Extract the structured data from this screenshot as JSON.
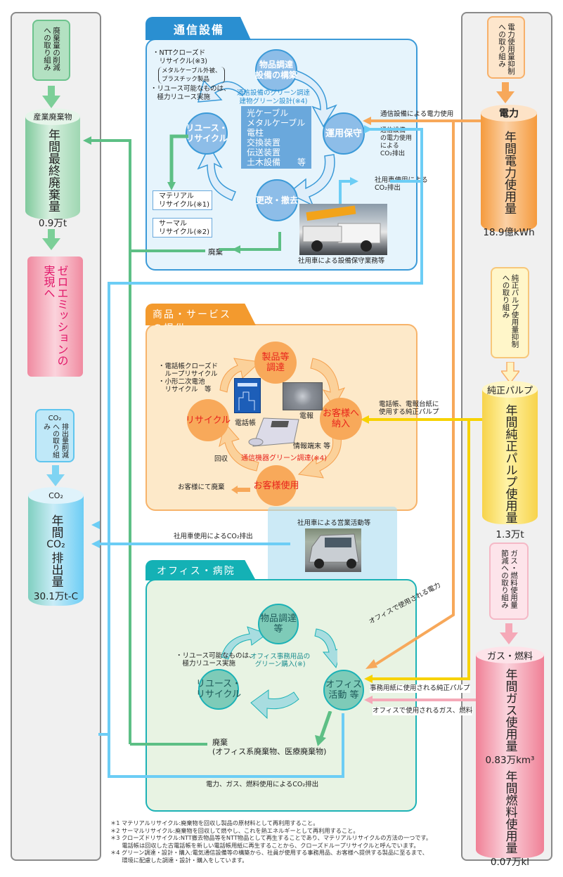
{
  "left_panel": {
    "waste_initiative": "廃棄量の削減への取り組み",
    "waste_cylinder": {
      "cap": "産業廃棄物",
      "title": "年間最終廃棄量",
      "value": "0.9万t"
    },
    "zero_emission": "ゼロエミッションの実現へ",
    "co2_initiative": {
      "top": "CO₂",
      "rest": "排出量削減への取り組み"
    },
    "co2_cylinder": {
      "cap": "CO₂",
      "title_1": "年間",
      "title_2": "CO₂",
      "title_3": "排出量",
      "value": "30.1万t-C"
    }
  },
  "right_panel": {
    "power_initiative": "電力使用量抑制への取り組み",
    "power_cylinder": {
      "cap": "電力",
      "title": "年間電力使用量",
      "value": "18.9億kWh"
    },
    "pulp_initiative": "純正パルプ使用量抑制への取り組み",
    "pulp_cylinder": {
      "cap": "純正パルプ",
      "title": "年間純正パルプ使用量",
      "value": "1.3万t"
    },
    "gas_initiative": "ガス・燃料使用量節減への取り組み",
    "gas_cylinder": {
      "cap": "ガス・燃料",
      "title_gas": "年間ガス使用量",
      "value_gas": "0.83万km³",
      "title_fuel": "年間燃料使用量",
      "value_fuel": "0.07万kl"
    }
  },
  "telecom": {
    "tab": "通信設備",
    "cycle": [
      "物品調達\n設備の構築",
      "運用保守",
      "更改・撤去",
      "リユース・\nリサイクル"
    ],
    "green_label": "通信設備のグリーン調達\n建物グリーン設計(※4)",
    "equipment": [
      "光ケーブル",
      "メタルケーブル",
      "電柱",
      "交換装置",
      "伝送装置",
      "土木設備　　等"
    ],
    "notes": [
      "・NTTクローズド\n　リサイクル(※3)",
      "メタルケーブル外被、\nプラスチック製品",
      "・リユース可能なものは、\n　極力リユース実施"
    ],
    "material_recycle": "マテリアル\nリサイクル(※1)",
    "thermal_recycle": "サーマル\nリサイクル(※2)",
    "disposal": "廃棄",
    "photo_caption": "社用車による設備保守業務等",
    "power_use": "通信設備による電力使用",
    "co2_power": "通信設備\nの電力使用\nによる\nCO₂排出",
    "co2_vehicle": "社用車使用による\nCO₂排出"
  },
  "products": {
    "tab": "商品・サービスの提供",
    "cycle": [
      "製品等\n調達",
      "お客様へ\n納入",
      "お客様使用",
      "リサイクル"
    ],
    "notes": "・電話帳クローズド\n　ループリサイクル\n・小形二次電池\n　リサイクル　等",
    "phonebook": "電話帳",
    "telegram": "電報",
    "terminal": "情報端末 等",
    "green": "通信機器グリーン調達(※4)",
    "collect": "回収",
    "customer_disposal": "お客様にて廃棄",
    "pulp_use": "電話帳、電報台紙に\n使用する純正パルプ"
  },
  "vehicle": {
    "caption": "社用車による営業活動等",
    "co2": "社用車使用によるCO₂排出"
  },
  "office": {
    "tab": "オフィス・病院",
    "cycle": [
      "物品調達\n等",
      "オフィス\n活動 等",
      "リユース・\nリサイクル"
    ],
    "reuse_note": "・リユース可能なものは、\n　極力リユース実施",
    "green": "オフィス事務用品の\nグリーン購入(※)",
    "disposal": "廃棄\n(オフィス系廃棄物、医療廃棄物)",
    "co2": "電力、ガス、燃料使用によるCO₂排出",
    "power": "オフィスで使用される電力",
    "pulp": "事務用紙に使用される純正パルプ",
    "gas": "オフィスで使用されるガス、燃料"
  },
  "footnotes": [
    "＊1 マテリアルリサイクル:廃棄物を回収し製品の原材料として再利用すること。",
    "＊2 サーマルリサイクル:廃棄物を回収して燃やし、これを熱エネルギーとして再利用すること。",
    "＊3 クローズドリサイクル:NTT撤去物品等をNTT物品として再生することであり、マテリアルリサイクルの方法の一つです。",
    "　　電話帳は回収した古電話帳を新しい電話帳用紙に再生することから、クローズドループリサイクルと呼んでいます。",
    "＊4 グリーン調達・設計・購入:電気通信設備等の構築から、社員が使用する事務用品、お客様へ提供する製品に至るまで、",
    "　　環境に配慮した調達・設計・購入をしています。"
  ],
  "colors": {
    "green": "#5dbf85",
    "blue": "#6ccdf5",
    "orange": "#f7a85a",
    "yellow": "#f7d200",
    "pink": "#f5a9b8",
    "telecom_tab": "#2a8fd1",
    "products_tab": "#f39a2e",
    "office_tab": "#14b1b5"
  }
}
